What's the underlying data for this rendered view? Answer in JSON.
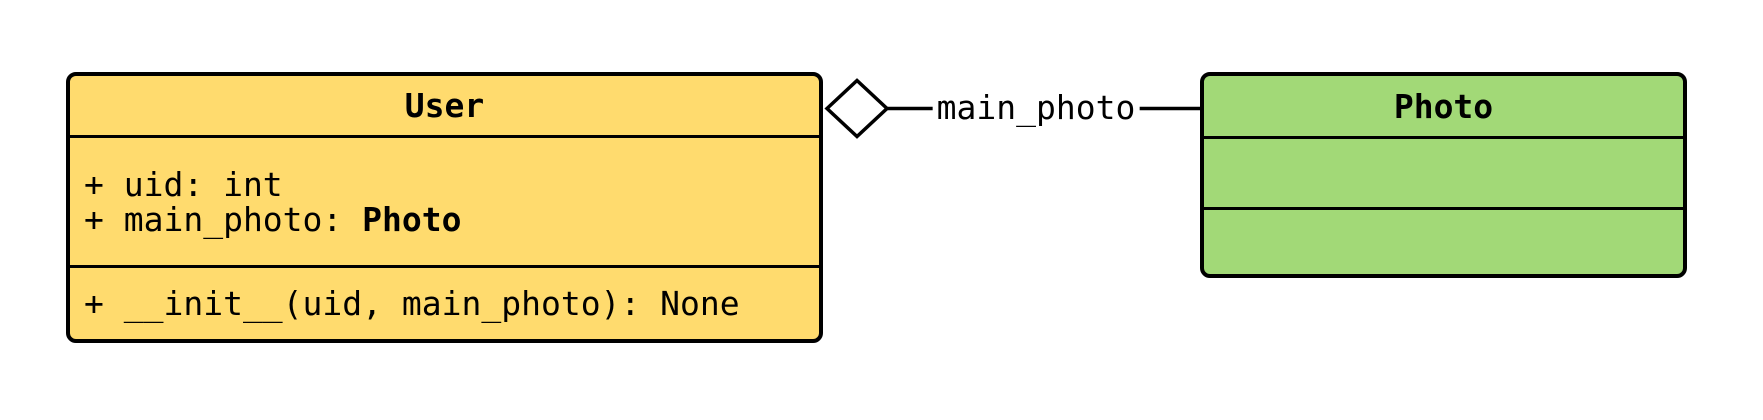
{
  "classes": {
    "user": {
      "name": "User",
      "attributes": [
        {
          "text": "+ uid: int",
          "type_suffix": ""
        },
        {
          "text": "+ main_photo: ",
          "type_suffix": "Photo"
        }
      ],
      "methods": [
        {
          "text": "+ __init__(uid, main_photo): None"
        }
      ]
    },
    "photo": {
      "name": "Photo",
      "attributes": [],
      "methods": []
    }
  },
  "relation": {
    "label": "main_photo",
    "kind": "aggregation",
    "diamond_icon": "hollow-aggregation-diamond",
    "from": "User",
    "to": "Photo"
  },
  "colors": {
    "user_fill": "#FFDB6E",
    "photo_fill": "#A2D977",
    "stroke": "#000000",
    "background": "#FFFFFF"
  }
}
